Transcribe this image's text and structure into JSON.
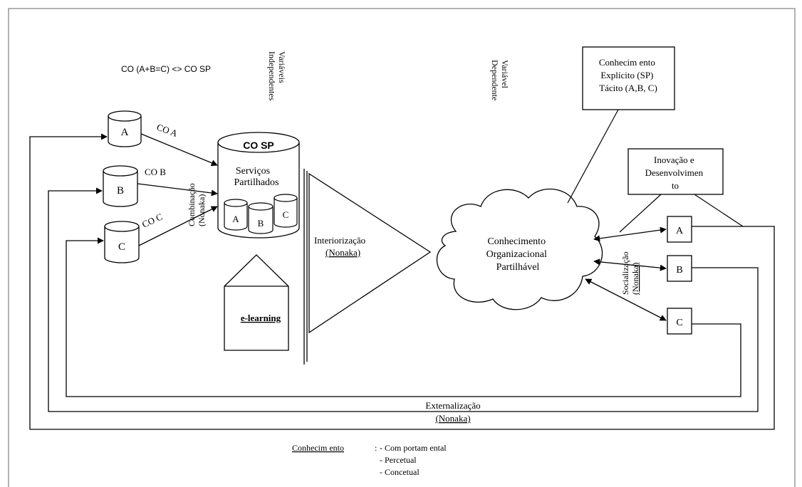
{
  "formula": "CO (A+B=C) <> CO SP",
  "variaveis_independentes": [
    "Variáveis",
    "Independentes"
  ],
  "variavel_dependente": [
    "Variável",
    "Dependente"
  ],
  "left_cylinders": {
    "a": {
      "label": "A",
      "edge_label": "CO A"
    },
    "b": {
      "label": "B",
      "edge_label": "CO B"
    },
    "c": {
      "label": "C",
      "edge_label": "CO C"
    }
  },
  "combinacao": [
    "Combinação",
    "(Nonaka)"
  ],
  "cosp": {
    "title": "CO SP",
    "subtitle_1": "Serviços",
    "subtitle_2": "Partilhados",
    "inner": [
      "A",
      "B",
      "C"
    ]
  },
  "elearning": "e-learning",
  "interiorizacao": {
    "label": "Interiorização",
    "nonaka": "(Nonaka)"
  },
  "cloud": [
    "Conhecimento",
    "Organizacional",
    "Partilhável"
  ],
  "conhecimento_box": [
    "Conhecim ento",
    "Explícito (SP)",
    "Tácito (A,B, C)"
  ],
  "inovacao_box": [
    "Inovação e",
    "Desenvolvimen",
    "to"
  ],
  "right_boxes": [
    "A",
    "B",
    "C"
  ],
  "socializacao": [
    "Socialização",
    "(Nonaka)"
  ],
  "externalizacao": {
    "label": "Externalização",
    "nonaka": "(Nonaka)"
  },
  "legend": {
    "title": "Conhecim ento",
    "sep": ":",
    "items": [
      "- Com portam ental",
      "- Percetual",
      "- Concetual"
    ]
  }
}
